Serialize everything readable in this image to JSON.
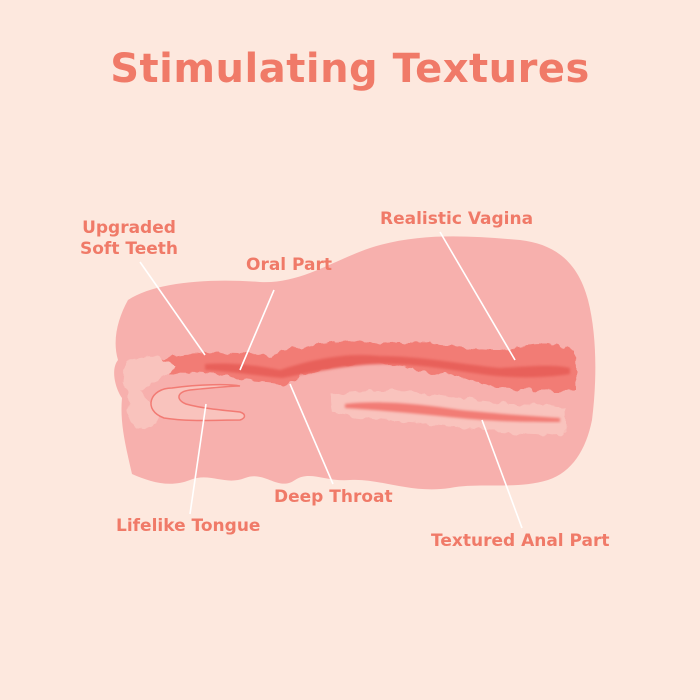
{
  "title": "Stimulating Textures",
  "colors": {
    "background": "#fde8de",
    "accent": "#f07a68",
    "body": "#f7b0ad",
    "channel": "#f27b74",
    "channel_dark": "#e8605a",
    "channel_light": "#f9c3bd",
    "leader": "#ffffff"
  },
  "labels": {
    "soft_teeth": "Upgraded\nSoft Teeth",
    "oral_part": "Oral Part",
    "realistic_vagina": "Realistic Vagina",
    "deep_throat": "Deep Throat",
    "lifelike_tongue": "Lifelike Tongue",
    "textured_anal": "Textured Anal Part"
  }
}
